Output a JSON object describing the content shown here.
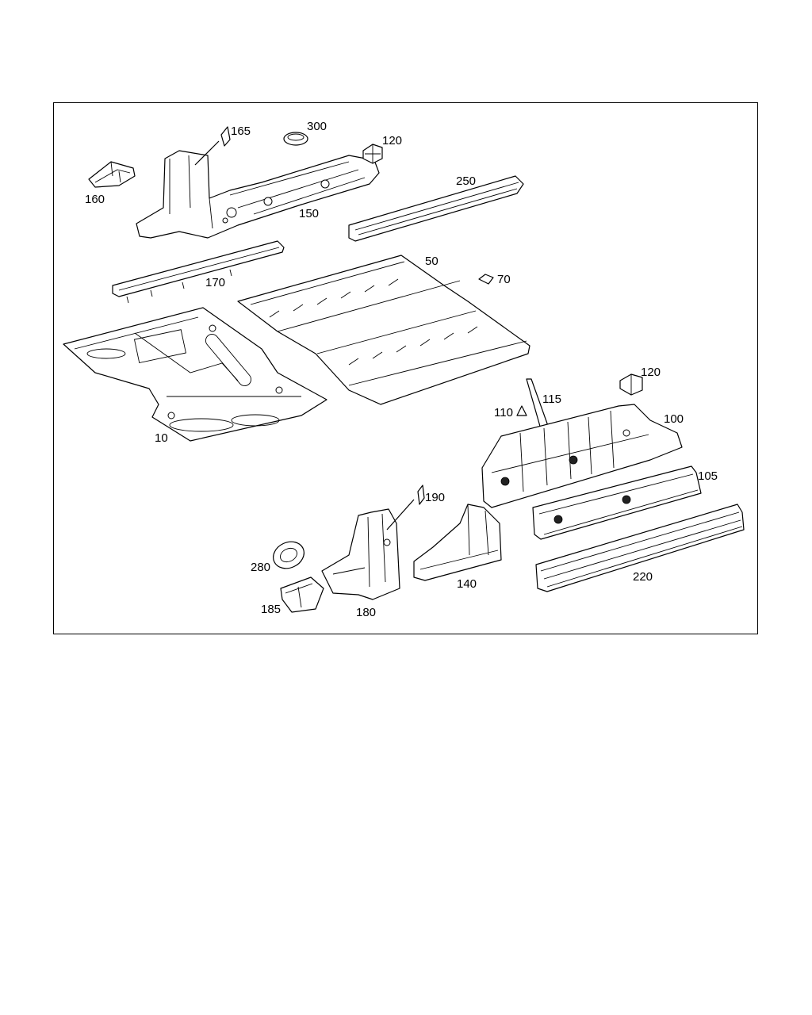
{
  "diagram": {
    "callouts": [
      {
        "id": "10",
        "label": "10"
      },
      {
        "id": "50",
        "label": "50"
      },
      {
        "id": "70",
        "label": "70"
      },
      {
        "id": "100",
        "label": "100"
      },
      {
        "id": "105",
        "label": "105"
      },
      {
        "id": "110",
        "label": "110"
      },
      {
        "id": "115",
        "label": "115"
      },
      {
        "id": "120a",
        "label": "120"
      },
      {
        "id": "120b",
        "label": "120"
      },
      {
        "id": "140",
        "label": "140"
      },
      {
        "id": "150",
        "label": "150"
      },
      {
        "id": "160",
        "label": "160"
      },
      {
        "id": "165",
        "label": "165"
      },
      {
        "id": "170",
        "label": "170"
      },
      {
        "id": "180",
        "label": "180"
      },
      {
        "id": "185",
        "label": "185"
      },
      {
        "id": "190",
        "label": "190"
      },
      {
        "id": "220",
        "label": "220"
      },
      {
        "id": "250",
        "label": "250"
      },
      {
        "id": "280",
        "label": "280"
      },
      {
        "id": "300",
        "label": "300"
      }
    ]
  }
}
